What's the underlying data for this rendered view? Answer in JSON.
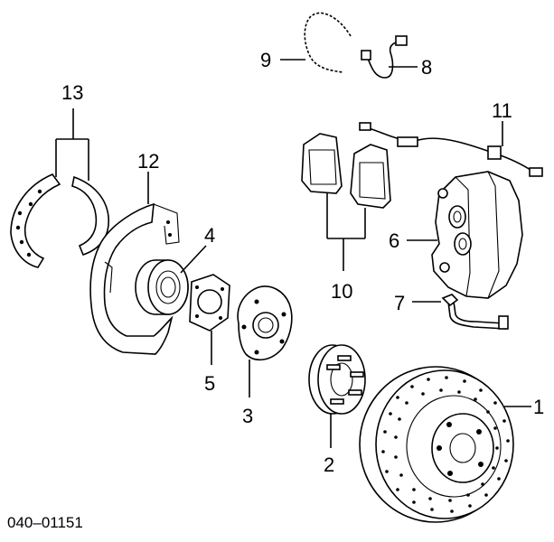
{
  "callouts": {
    "c1": "1",
    "c2": "2",
    "c3": "3",
    "c4": "4",
    "c5": "5",
    "c6": "6",
    "c7": "7",
    "c8": "8",
    "c9": "9",
    "c10": "10",
    "c11": "11",
    "c12": "12",
    "c13": "13"
  },
  "diagram_code": "040–01151"
}
